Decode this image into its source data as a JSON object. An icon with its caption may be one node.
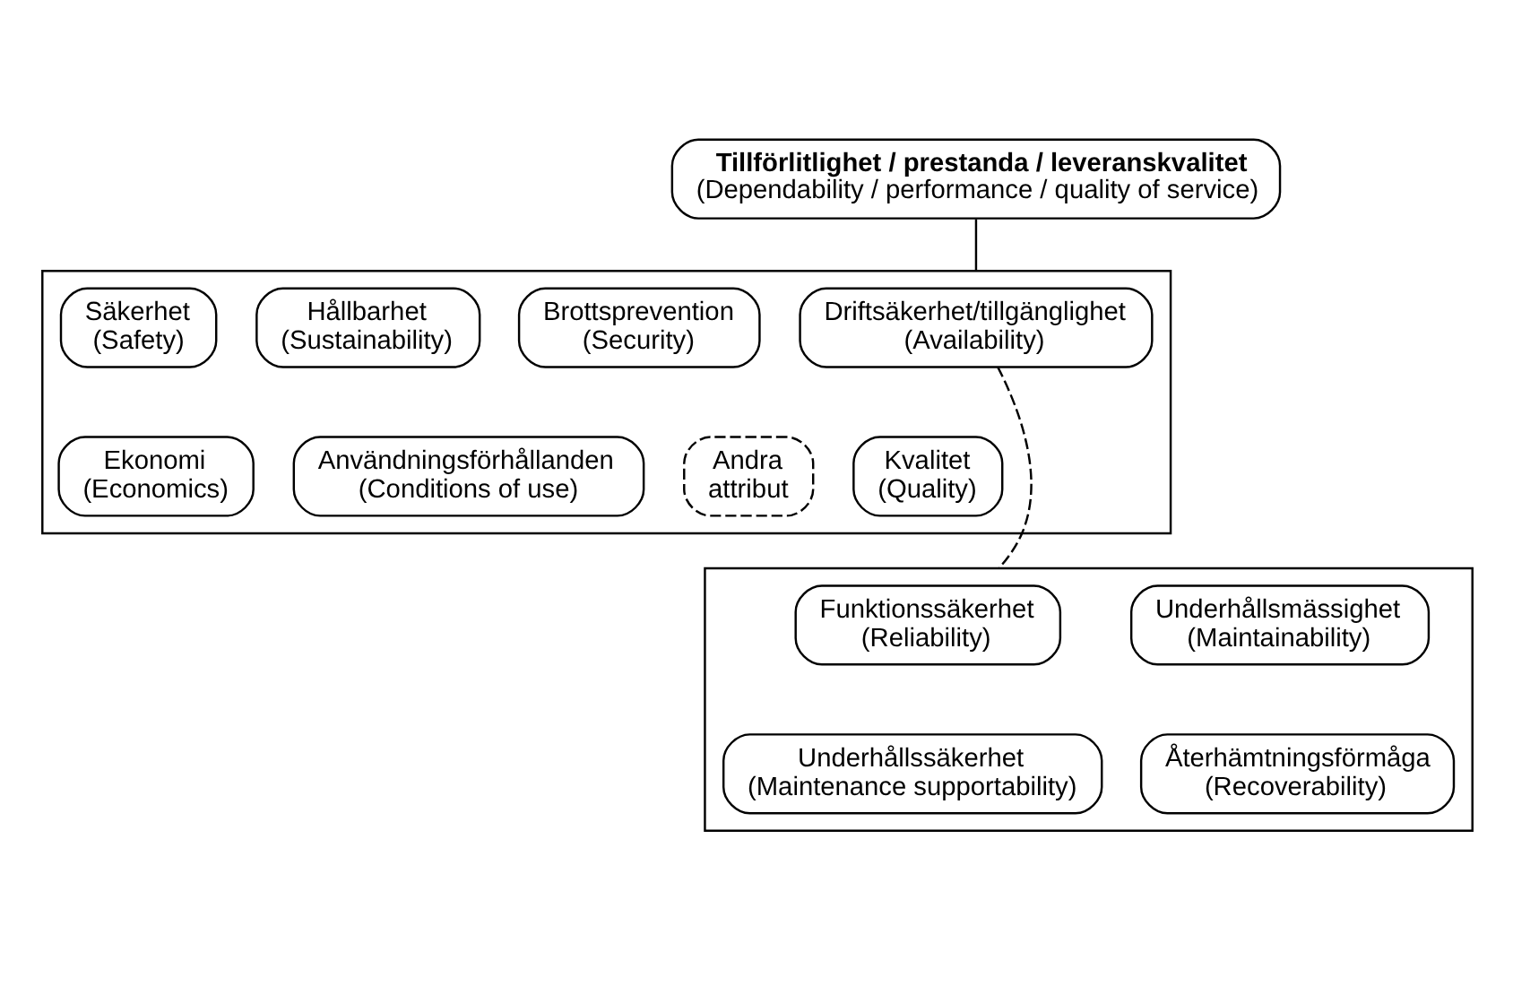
{
  "diagram": {
    "nodes": [
      {
        "text": [
          "Tillförlitlighet / prestanda / leveranskvalitet",
          "(Dependability / performance / quality of service)"
        ]
      },
      {
        "text": [],
        "shape": "box"
      },
      {
        "text": [
          "Driftsäkerhet/tillgänglighet",
          "(Availability)"
        ],
        "in": 1
      },
      {
        "text": [
          "Säkerhet",
          "(Safety)"
        ],
        "in": 1
      },
      {
        "text": [
          "Hållbarhet",
          "(Sustainability)"
        ],
        "in": 1
      },
      {
        "text": [
          "Brottsprevention",
          "(Security)"
        ],
        "in": 1
      },
      {
        "text": [
          "Kvalitet",
          "(Quality)"
        ],
        "in": 1
      },
      {
        "text": [
          "Ekonomi",
          "(Economics)"
        ],
        "in": 1
      },
      {
        "text": [
          "Användningsförhållanden",
          "(Conditions of use)"
        ],
        "in": 1
      },
      {
        "text": [
          "Andra",
          "attribut"
        ],
        "in": 1
      },
      {
        "text": [],
        "shape": "box"
      },
      {
        "text": [
          "Funktionssäkerhet",
          "(Reliability)"
        ],
        "in": 10
      },
      {
        "text": [
          "Underhållsmässighet",
          "(Maintainability)"
        ],
        "in": 10
      },
      {
        "text": [
          "Underhållssäkerhet",
          "(Maintenance supportability)"
        ],
        "in": 10
      },
      {
        "text": [
          "Återhämtningsförmåga",
          "(Recoverability)"
        ],
        "in": 10
      }
    ],
    "edges": [
      {
        "from": 0,
        "to": 1,
        "arrow": "none"
      },
      {
        "from": 2,
        "to": 10,
        "arrow": "none",
        "style": "dashed"
      }
    ]
  }
}
